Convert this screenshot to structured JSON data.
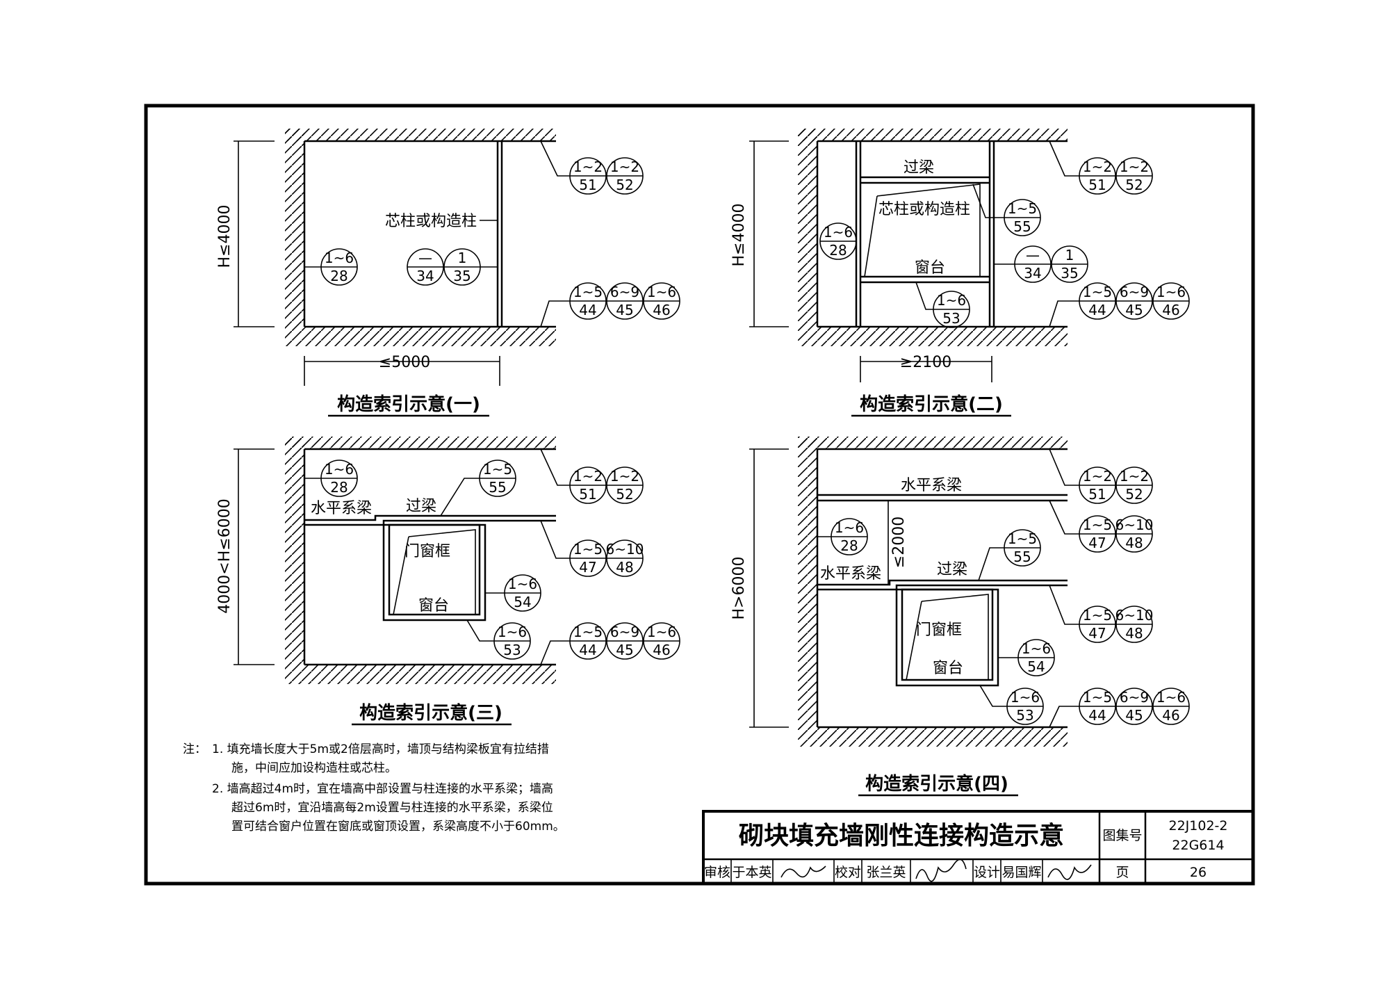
{
  "drawing": {
    "title": "砌块填充墙刚性连接构造示意",
    "atlas_label": "图集号",
    "atlas_no_1": "22J102-2",
    "atlas_no_2": "22G614",
    "page_label": "页",
    "page_no": "26",
    "review_label": "审核",
    "reviewer": "于本英",
    "check_label": "校对",
    "checker": "张兰英",
    "design_label": "设计",
    "designer": "易国辉"
  },
  "figures": {
    "f1": {
      "caption": "构造索引示意(一)",
      "dim_h": "H≤4000",
      "dim_w": "≤5000",
      "label_col": "芯柱或构造柱",
      "bubbles": [
        {
          "top": "1~6",
          "bot": "28"
        },
        {
          "top": "—",
          "bot": "34"
        },
        {
          "top": "1",
          "bot": "35"
        },
        {
          "top": "1~2",
          "bot": "51"
        },
        {
          "top": "1~2",
          "bot": "52"
        },
        {
          "top": "1~5",
          "bot": "44"
        },
        {
          "top": "6~9",
          "bot": "45"
        },
        {
          "top": "1~6",
          "bot": "46"
        }
      ]
    },
    "f2": {
      "caption": "构造索引示意(二)",
      "dim_h": "H≤4000",
      "dim_w": "≥2100",
      "label_lintel": "过梁",
      "label_col": "芯柱或构造柱",
      "label_sill": "窗台",
      "bubbles": [
        {
          "top": "1~2",
          "bot": "51"
        },
        {
          "top": "1~2",
          "bot": "52"
        },
        {
          "top": "1~5",
          "bot": "55"
        },
        {
          "top": "1~6",
          "bot": "28"
        },
        {
          "top": "—",
          "bot": "34"
        },
        {
          "top": "1",
          "bot": "35"
        },
        {
          "top": "1~6",
          "bot": "53"
        },
        {
          "top": "1~5",
          "bot": "44"
        },
        {
          "top": "6~9",
          "bot": "45"
        },
        {
          "top": "1~6",
          "bot": "46"
        }
      ]
    },
    "f3": {
      "caption": "构造索引示意(三)",
      "dim_h": "4000<H≤6000",
      "label_beam": "水平系梁",
      "label_lintel": "过梁",
      "label_frame": "门窗框",
      "label_sill": "窗台",
      "bubbles": [
        {
          "top": "1~6",
          "bot": "28"
        },
        {
          "top": "1~5",
          "bot": "55"
        },
        {
          "top": "1~2",
          "bot": "51"
        },
        {
          "top": "1~2",
          "bot": "52"
        },
        {
          "top": "1~5",
          "bot": "47"
        },
        {
          "top": "6~10",
          "bot": "48"
        },
        {
          "top": "1~6",
          "bot": "54"
        },
        {
          "top": "1~6",
          "bot": "53"
        },
        {
          "top": "1~5",
          "bot": "44"
        },
        {
          "top": "6~9",
          "bot": "45"
        },
        {
          "top": "1~6",
          "bot": "46"
        }
      ]
    },
    "f4": {
      "caption": "构造索引示意(四)",
      "dim_h": "H>6000",
      "dim_mid": "≤2000",
      "label_beam_top": "水平系梁",
      "label_beam": "水平系梁",
      "label_lintel": "过梁",
      "label_frame": "门窗框",
      "label_sill": "窗台",
      "bubbles": [
        {
          "top": "1~2",
          "bot": "51"
        },
        {
          "top": "1~2",
          "bot": "52"
        },
        {
          "top": "1~5",
          "bot": "47"
        },
        {
          "top": "6~10",
          "bot": "48"
        },
        {
          "top": "1~6",
          "bot": "28"
        },
        {
          "top": "1~5",
          "bot": "55"
        },
        {
          "top": "1~5",
          "bot": "47"
        },
        {
          "top": "6~10",
          "bot": "48"
        },
        {
          "top": "1~6",
          "bot": "54"
        },
        {
          "top": "1~6",
          "bot": "53"
        },
        {
          "top": "1~5",
          "bot": "44"
        },
        {
          "top": "6~9",
          "bot": "45"
        },
        {
          "top": "1~6",
          "bot": "46"
        }
      ]
    }
  },
  "notes": {
    "prefix": "注：",
    "lines": [
      "1. 填充墙长度大于5m或2倍层高时，墙顶与结构梁板宜有拉结措",
      "施，中间应加设构造柱或芯柱。",
      "2. 墙高超过4m时，宜在墙高中部设置与柱连接的水平系梁；墙高",
      "超过6m时，宜沿墙高每2m设置与柱连接的水平系梁，系梁位",
      "置可结合窗户位置在窗底或窗顶设置，系梁高度不小于60mm。"
    ]
  }
}
